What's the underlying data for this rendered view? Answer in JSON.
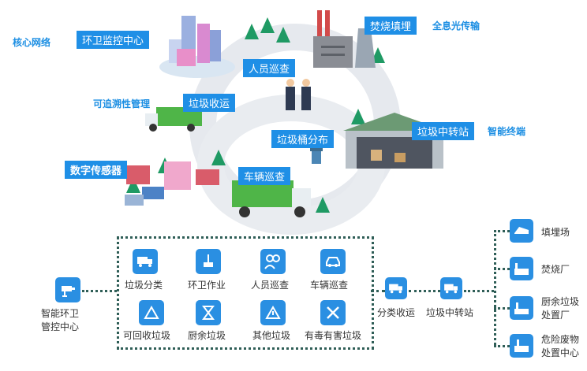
{
  "upper": {
    "core_network": "核心网络",
    "sanitation_center": "环卫监控中心",
    "incineration_landfill": "焚烧填埋",
    "fiber_transmission": "全息光传输",
    "staff_patrol": "人员巡查",
    "traceability": "可追溯性管理",
    "garbage_collection": "垃圾收运",
    "transfer_station": "垃圾中转站",
    "smart_terminal": "智能终端",
    "bin_distribution": "垃圾桶分布",
    "digital_sensor": "数字传感器",
    "vehicle_patrol": "车辆巡查"
  },
  "lower": {
    "control_center": "智能环卫\n管控中心",
    "categories": [
      "垃圾分类",
      "环卫作业",
      "人员巡查",
      "车辆巡查",
      "可回收垃圾",
      "厨余垃圾",
      "其他垃圾",
      "有毒有害垃圾"
    ],
    "sort_collect": "分类收运",
    "transfer": "垃圾中转站",
    "destinations": [
      "填埋场",
      "焚烧厂",
      "厨余垃圾\n处置厂",
      "危险废物\n处置中心"
    ]
  },
  "colors": {
    "accent": "#1f8fe6",
    "icon_bg": "#2a8fe2",
    "dotted": "#2f5e57",
    "road": "#e6e9ee"
  }
}
